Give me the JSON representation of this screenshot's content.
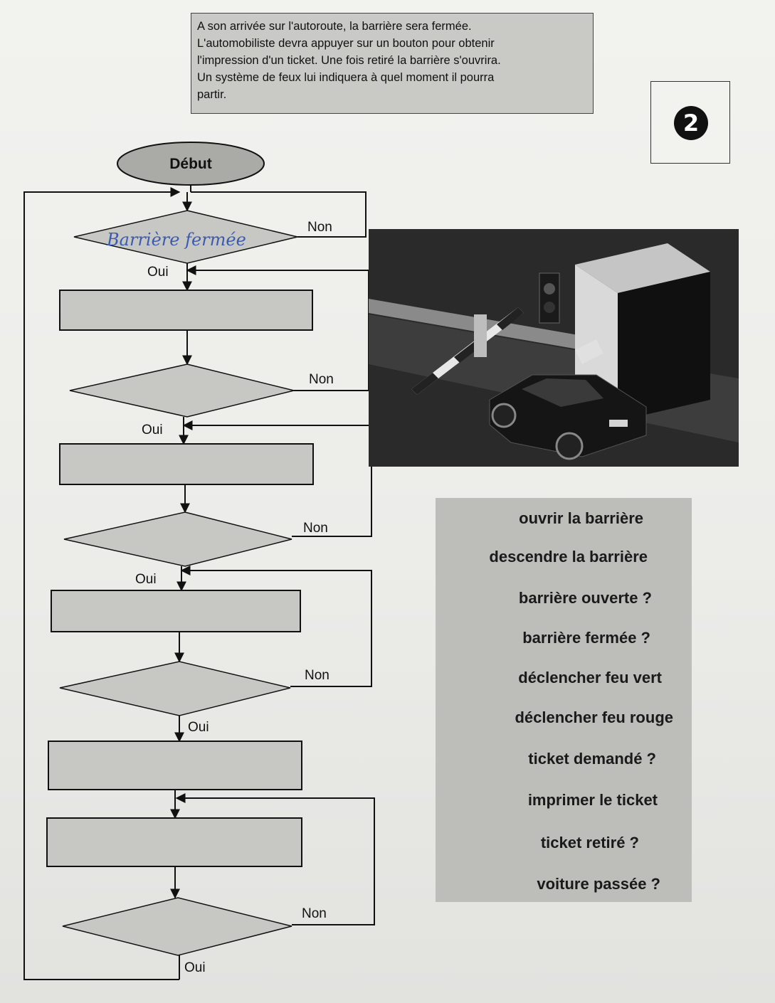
{
  "intro": {
    "text_lines": [
      "A son arrivée sur l'autoroute, la barrière sera fermée.",
      "L'automobiliste devra appuyer sur un bouton pour obtenir",
      "l'impression d'un ticket. Une fois retiré la barrière s'ouvrira.",
      "Un système de feux lui indiquera à quel moment il pourra",
      "partir."
    ]
  },
  "badge": {
    "number": "2"
  },
  "flowchart": {
    "start_label": "Début",
    "first_decision_handwritten": "Barrière fermée",
    "decisions": [
      {
        "no_label": "Non",
        "yes_label": "Oui"
      },
      {
        "no_label": "Non",
        "yes_label": "Oui"
      },
      {
        "no_label": "Non",
        "yes_label": "Oui"
      },
      {
        "no_label": "Non",
        "yes_label": "Oui"
      },
      {
        "no_label": "Non",
        "yes_label": "Oui"
      }
    ]
  },
  "labels": [
    "ouvrir la barrière",
    "descendre la barrière",
    "barrière ouverte ?",
    "barrière fermée ?",
    "déclencher feu vert",
    "déclencher feu rouge",
    "ticket demandé ?",
    "imprimer le ticket",
    "ticket retiré ?",
    "voiture passée ?"
  ],
  "colors": {
    "box_fill": "#c7c7c4",
    "handwriting": "#3b5bb0",
    "line": "#111111"
  }
}
